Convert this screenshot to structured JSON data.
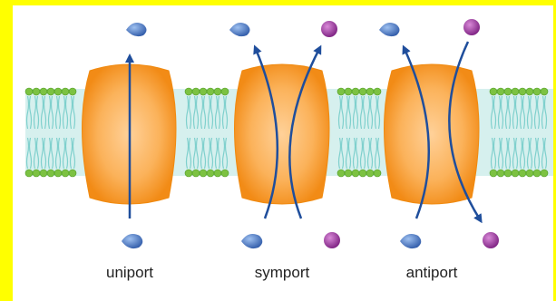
{
  "labels": {
    "uniport": "uniport",
    "symport": "symport",
    "antiport": "antiport"
  },
  "colors": {
    "border": "#ffff00",
    "background": "#ffffff",
    "protein": "#f7941d",
    "protein_highlight": "#ffd199",
    "lipid_head": "#7cc242",
    "lipid_tail": "#7fd0cd",
    "bilayer_core": "#d6f0ee",
    "arrow": "#1f4e9c",
    "molecule_blue": "#4a76c8",
    "molecule_purple": "#8e2a93"
  },
  "icons": {
    "transporter": "membrane-transport-protein-icon",
    "blue_molecule": "blue-solute-molecule-icon",
    "purple_molecule": "purple-solute-molecule-icon"
  }
}
